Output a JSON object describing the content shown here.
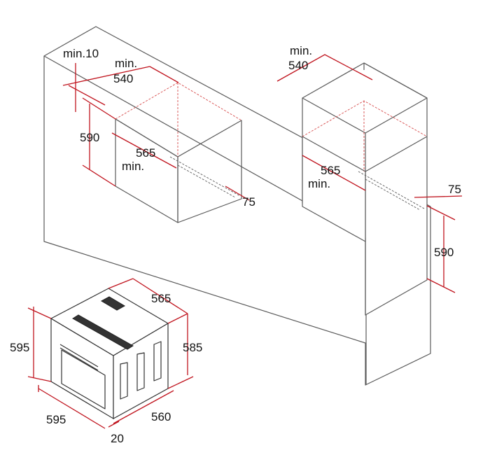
{
  "colors": {
    "dimension_line": "#c0141e",
    "cabinet_line": "#5a5a5a",
    "hidden_line": "#d64a4a",
    "oven_line": "#333333",
    "text": "#111111"
  },
  "dimensions": {
    "cabinet_a": {
      "min_clearance": "min.10",
      "depth_prefix": "min.",
      "depth_value": "540",
      "height": "590",
      "width_value": "565",
      "width_suffix": "min.",
      "vent": "75"
    },
    "cabinet_b": {
      "depth_prefix": "min.",
      "depth_value": "540",
      "width_value": "565",
      "width_suffix": "min.",
      "vent": "75",
      "height": "590"
    },
    "oven": {
      "depth": "565",
      "front_height": "595",
      "body_height": "585",
      "front_width": "595",
      "body_width": "560",
      "front_thickness": "20"
    }
  }
}
